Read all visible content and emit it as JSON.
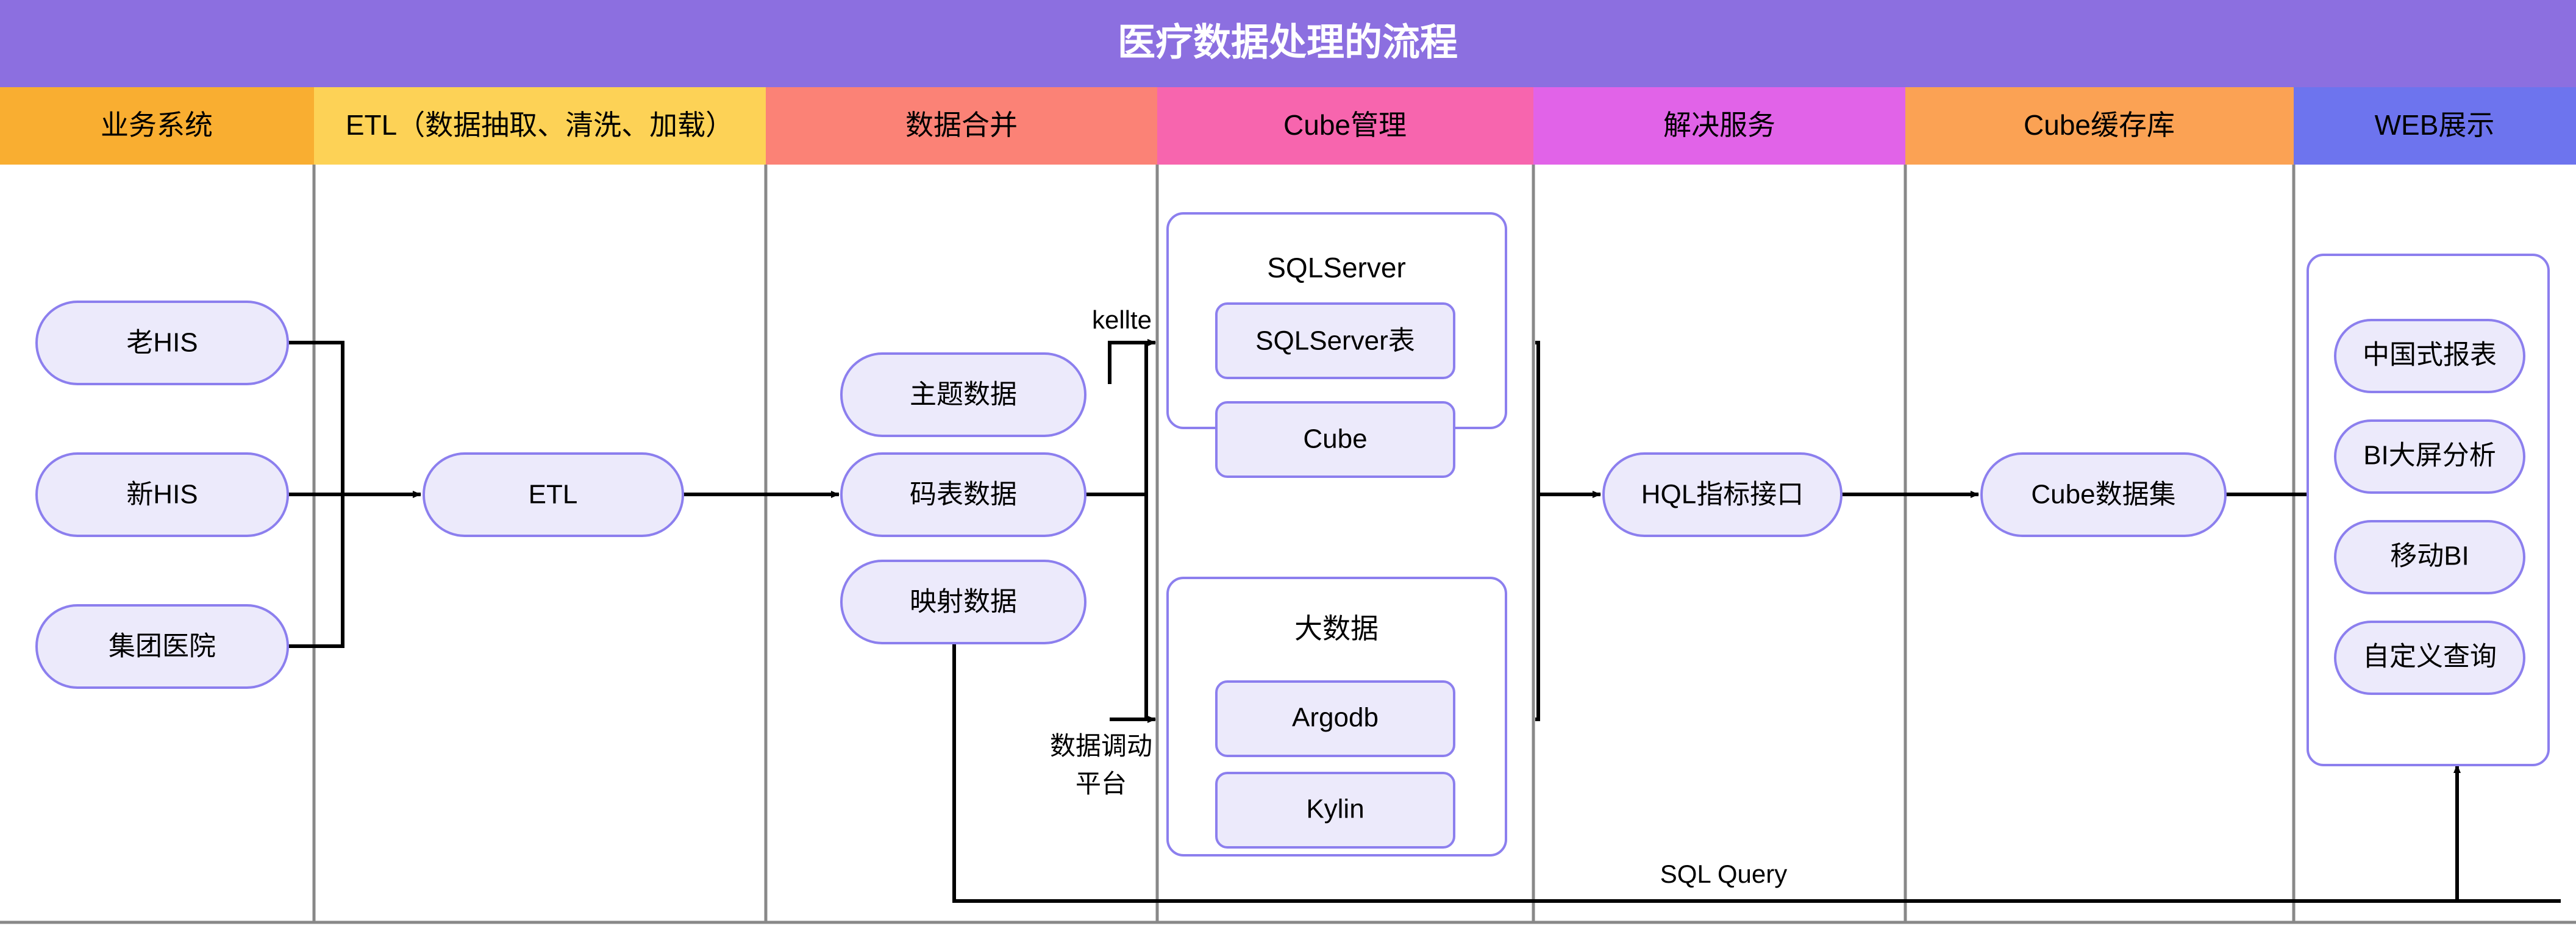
{
  "header": {
    "title": "医疗数据处理的流程",
    "bg_color": "#8C6FE0",
    "text_color": "#FFFFFF"
  },
  "lanes": [
    {
      "id": "business",
      "label": "业务系统",
      "color": "#F9AE31"
    },
    {
      "id": "etl",
      "label": "ETL（数据抽取、清洗、加载）",
      "color": "#FDD256"
    },
    {
      "id": "merge",
      "label": "数据合并",
      "color": "#FB8276"
    },
    {
      "id": "cube",
      "label": "Cube管理",
      "color": "#F765AE"
    },
    {
      "id": "service",
      "label": "解决服务",
      "color": "#E163E8"
    },
    {
      "id": "cache",
      "label": "Cube缓存库",
      "color": "#FBA254"
    },
    {
      "id": "web",
      "label": "WEB展示",
      "color": "#6D74EE"
    }
  ],
  "nodes": {
    "old_his": "老HIS",
    "new_his": "新HIS",
    "group_hosp": "集团医院",
    "etl": "ETL",
    "topic_data": "主题数据",
    "code_data": "码表数据",
    "map_data": "映射数据",
    "sqlserver_group": "SQLServer",
    "sqlserver_table": "SQLServer表",
    "cube": "Cube",
    "bigdata_group": "大数据",
    "argodb": "Argodb",
    "kylin": "Kylin",
    "hql_api": "HQL指标接口",
    "cube_dataset": "Cube数据集",
    "web_group_items": [
      "中国式报表",
      "BI大屏分析",
      "移动BI",
      "自定义查询"
    ]
  },
  "edge_labels": {
    "kellte": "kellte",
    "dispatch_line1": "数据调动",
    "dispatch_line2": "平台",
    "sql_query": "SQL Query"
  },
  "style": {
    "node_fill": "#ECEAFB",
    "node_stroke": "#8C7FEE",
    "group_fill": "#FFFFFF",
    "edge_color": "#000000",
    "divider_color": "#888888",
    "canvas_bg": "#FFFFFF"
  }
}
